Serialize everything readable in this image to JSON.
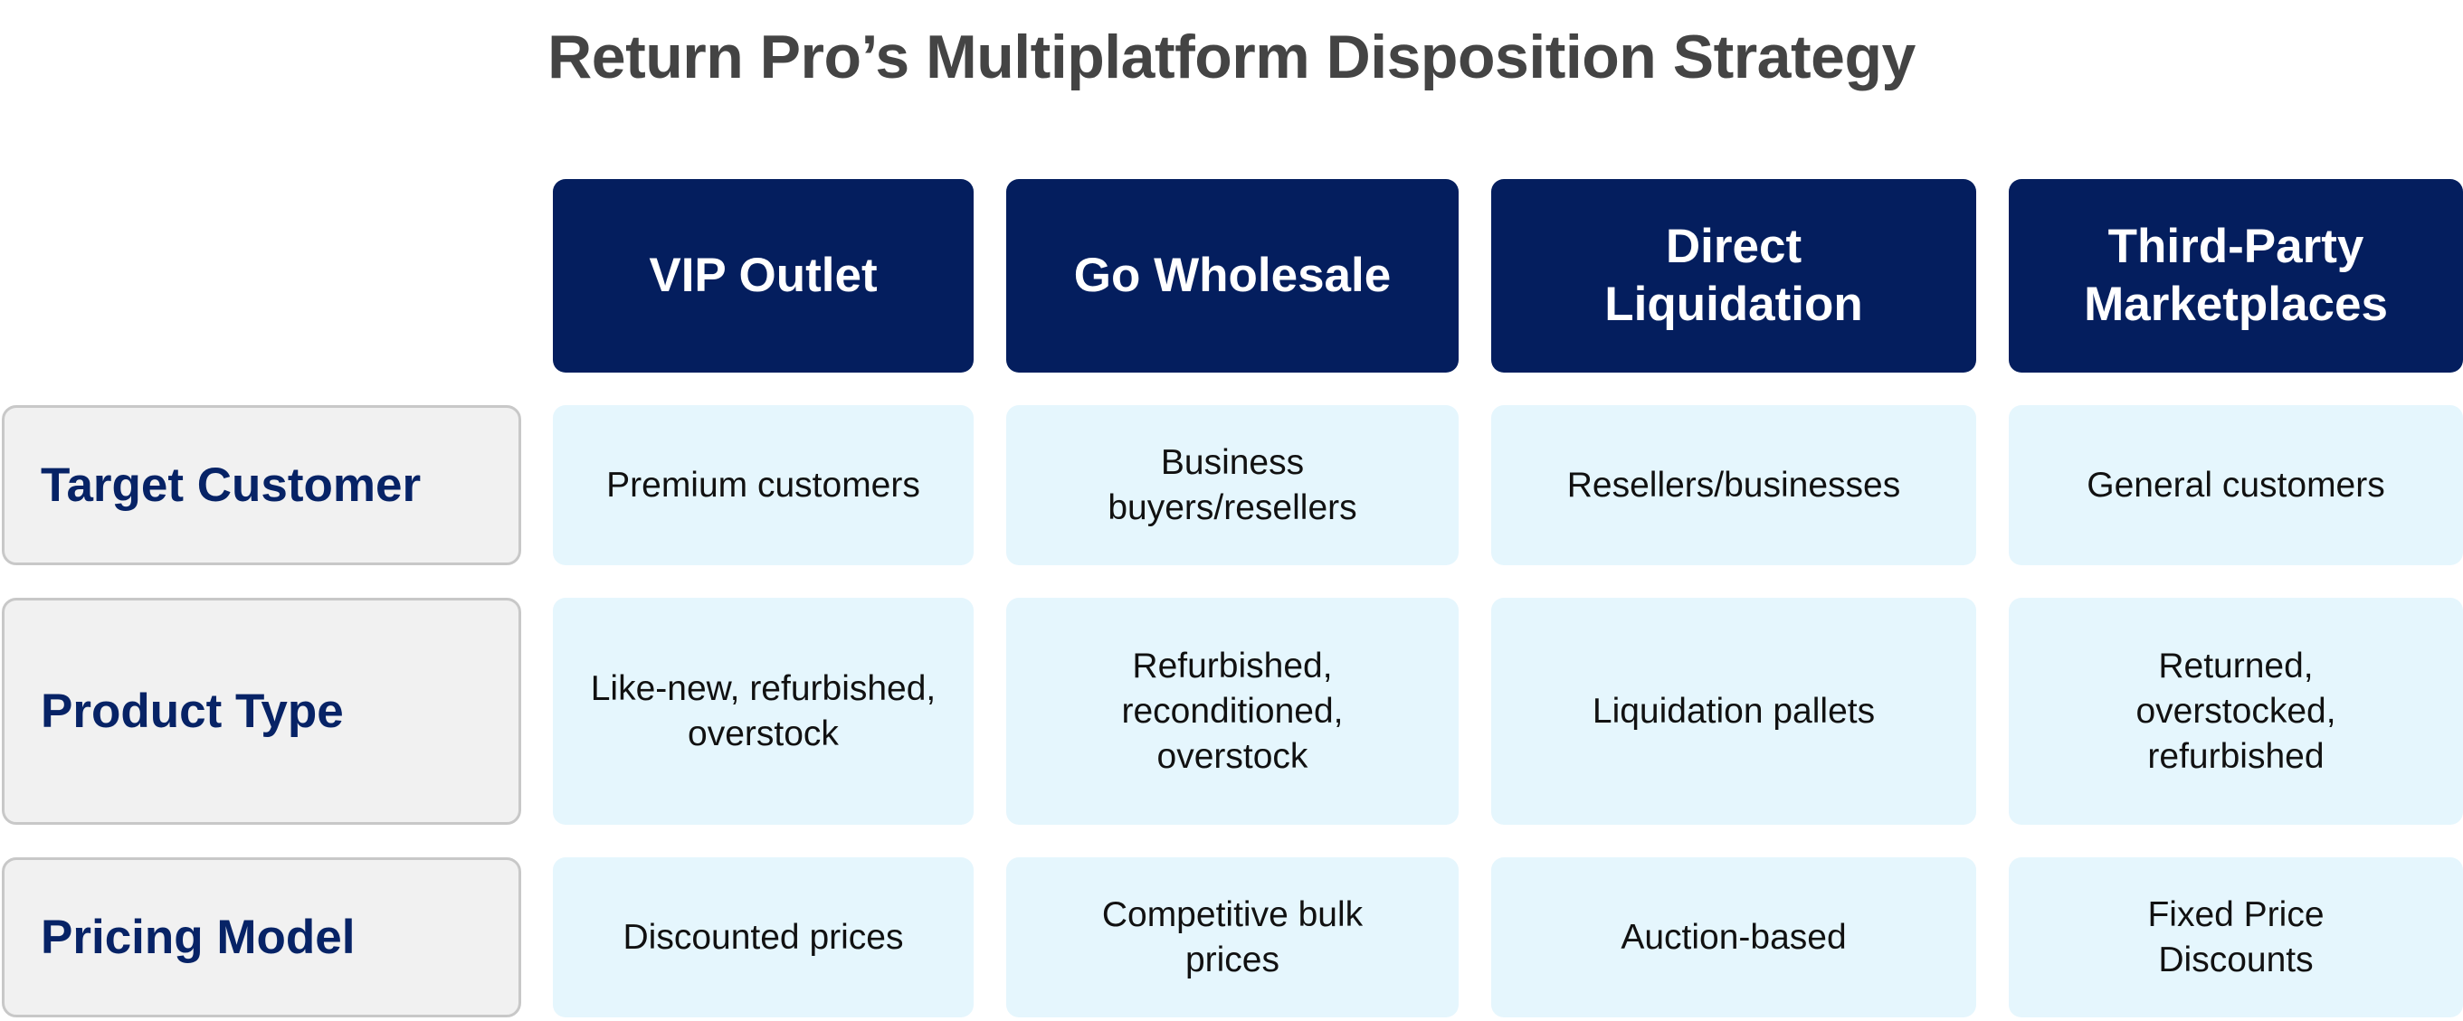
{
  "title": "Return Pro’s Multiplatform Disposition Strategy",
  "columns": [
    "VIP Outlet",
    "Go Wholesale",
    "Direct\nLiquidation",
    "Third-Party\nMarketplaces"
  ],
  "rows": [
    {
      "label": "Target Customer",
      "cells": [
        "Premium customers",
        "Business\nbuyers/resellers",
        "Resellers/businesses",
        "General customers"
      ]
    },
    {
      "label": "Product Type",
      "cells": [
        "Like-new, refurbished,\noverstock",
        "Refurbished,\nreconditioned,\noverstock",
        "Liquidation pallets",
        "Returned,\noverstocked,\nrefurbished"
      ]
    },
    {
      "label": "Pricing Model",
      "cells": [
        "Discounted prices",
        "Competitive bulk\nprices",
        "Auction-based",
        "Fixed Price\nDiscounts"
      ]
    }
  ],
  "colors": {
    "header_bg": "#041e5e",
    "header_text": "#ffffff",
    "cell_bg": "#e5f6fd",
    "row_label_bg": "#f1f1f1",
    "row_label_border": "#c8c8c8",
    "row_label_text": "#072366",
    "title_text": "#444444"
  }
}
